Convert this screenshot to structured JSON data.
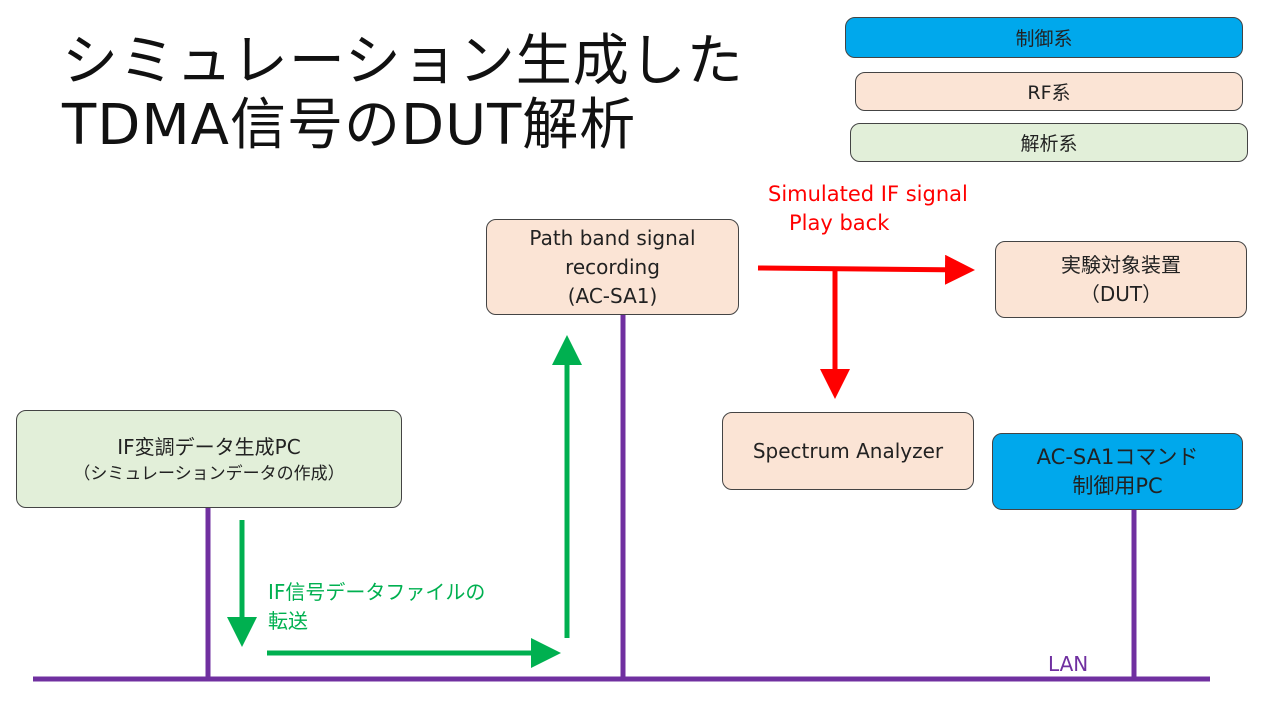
{
  "title": {
    "line1": "シミュレーション生成した",
    "line2": "TDMA信号のDUT解析"
  },
  "legend": {
    "control": "制御系",
    "rf": "RF系",
    "analysis": "解析系"
  },
  "nodes": {
    "if_pc": {
      "line1": "IF変調データ生成PC",
      "line2": "（シミュレーションデータの作成）"
    },
    "recorder": {
      "line1": "Path band signal",
      "line2": "recording",
      "line3": "(AC-SA1)"
    },
    "dut": {
      "line1": "実験対象装置",
      "line2": "（DUT）"
    },
    "spectrum": {
      "label": "Spectrum Analyzer"
    },
    "control_pc": {
      "line1": "AC-SA1コマンド",
      "line2": "制御用PC"
    }
  },
  "labels": {
    "rf_line1": "Simulated IF signal",
    "rf_line2": "Play back",
    "transfer_line1": "IF信号データファイルの",
    "transfer_line2": "転送",
    "lan": "LAN"
  },
  "colors": {
    "control": "#00a8ec",
    "rf": "#fbe4d5",
    "analysis": "#e2efd9",
    "rf_arrow": "#ff0000",
    "transfer_arrow": "#00b050",
    "lan_line": "#7030a0"
  }
}
